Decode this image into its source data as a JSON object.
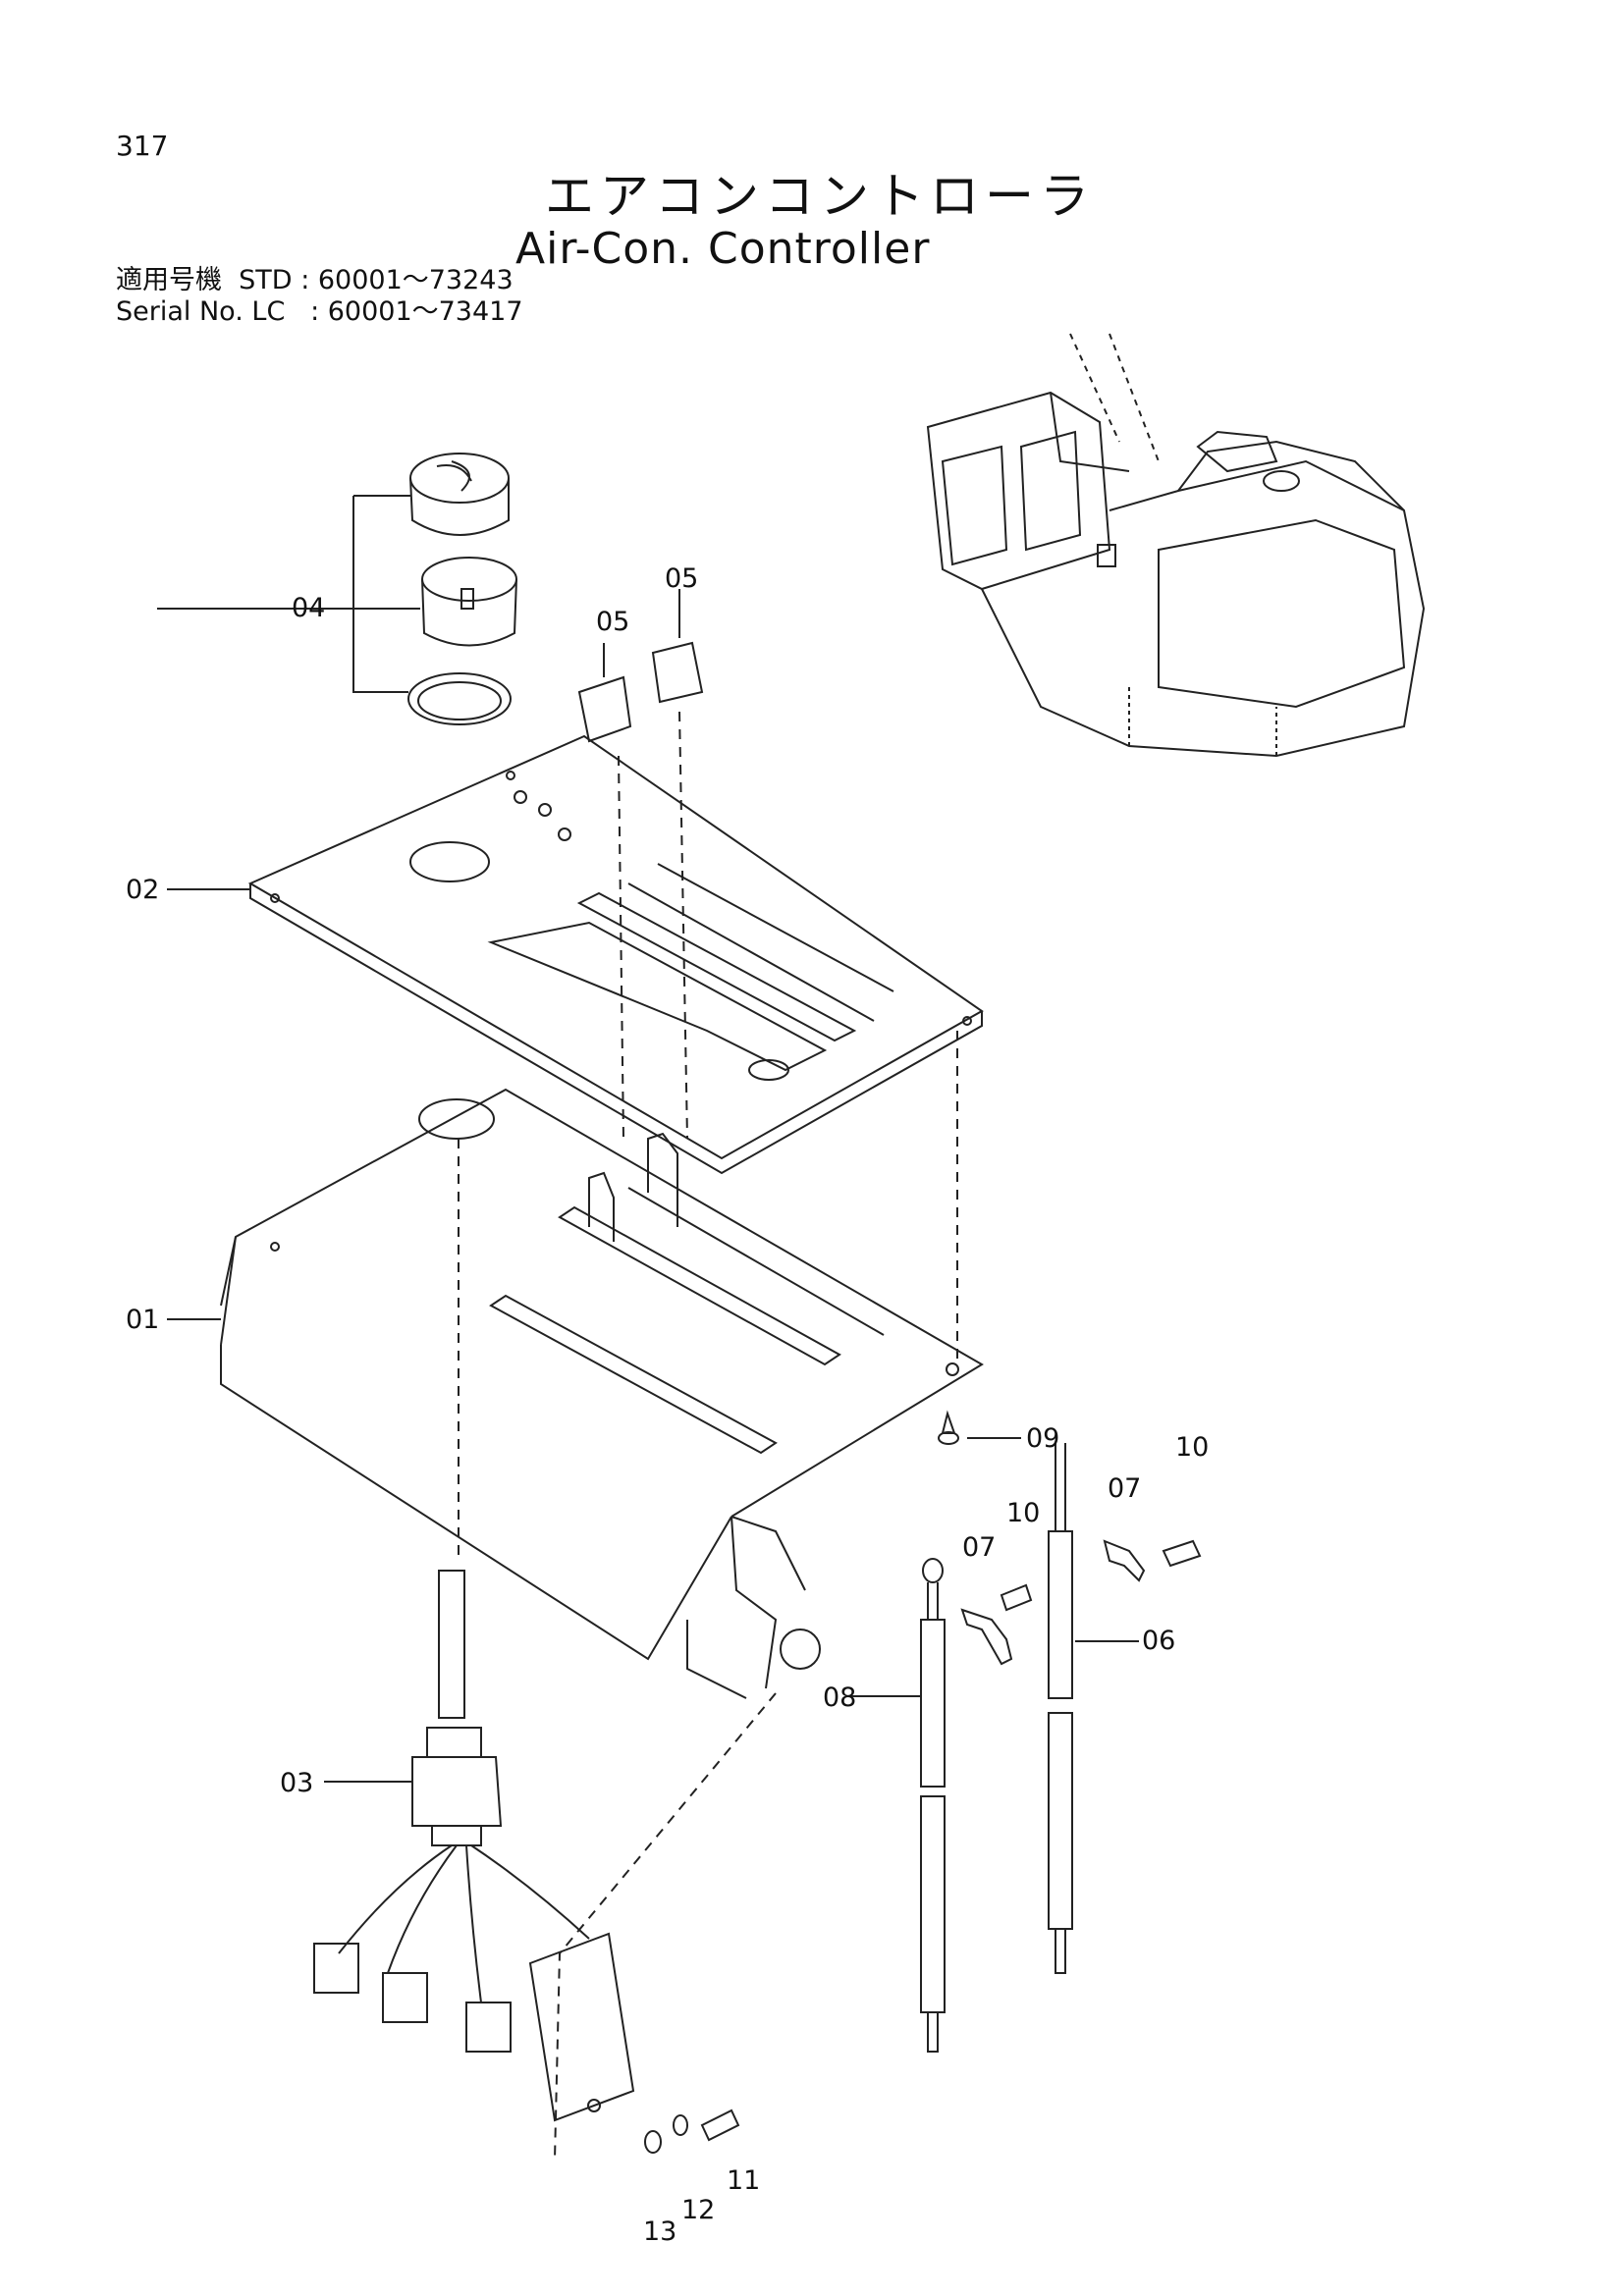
{
  "page_number": "317",
  "title_jp": "エアコンコントローラ",
  "title_en": "Air-Con. Controller",
  "serial": {
    "label_jp": "適用号機",
    "label_en": "Serial No.",
    "rows": [
      {
        "model": "STD",
        "range": ": 60001〜73243"
      },
      {
        "model": "LC",
        "range": ": 60001〜73417"
      }
    ]
  },
  "callouts": {
    "c01": "01",
    "c02": "02",
    "c03": "03",
    "c04": "04",
    "c05a": "05",
    "c05b": "05",
    "c06": "06",
    "c07a": "07",
    "c07b": "07",
    "c08": "08",
    "c09": "09",
    "c10a": "10",
    "c10b": "10",
    "c11": "11",
    "c12": "12",
    "c13": "13"
  }
}
